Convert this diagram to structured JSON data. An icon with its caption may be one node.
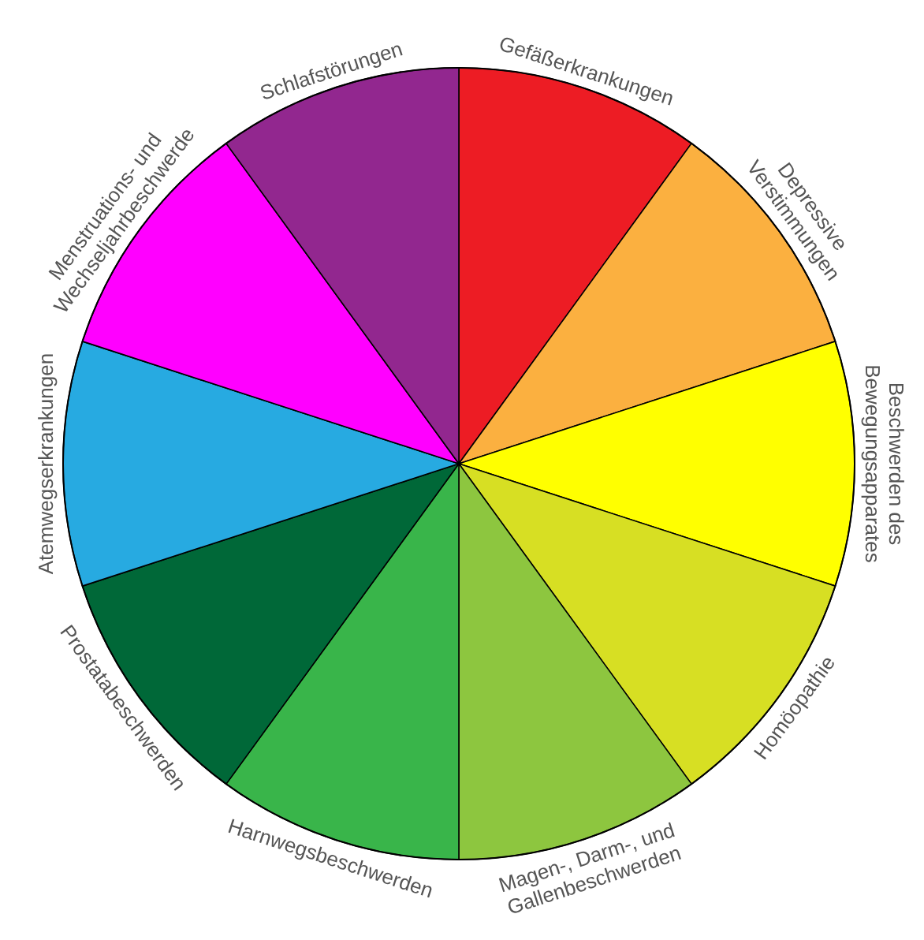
{
  "diagram": {
    "nodes": [
      {
        "text": [
          "Gefäßerkrankungen"
        ]
      },
      {
        "text": [
          "Depressive Verstimmungen"
        ]
      },
      {
        "text": [
          "Beschwerden des Bewegungsapparates"
        ]
      },
      {
        "text": [
          "Homöopathie"
        ]
      },
      {
        "text": [
          "Magen-, Darm-, und Gallenbeschwerden"
        ]
      },
      {
        "text": [
          "Harnwegsbeschwerden"
        ]
      },
      {
        "text": [
          "Prostatabeschwerden"
        ]
      },
      {
        "text": [
          "Atemwegserkrankungen"
        ]
      },
      {
        "text": [
          "Menstruations- und Wechseljahrbeschwerde"
        ]
      },
      {
        "text": [
          "Schlafstörungen"
        ]
      }
    ],
    "edges": []
  }
}
